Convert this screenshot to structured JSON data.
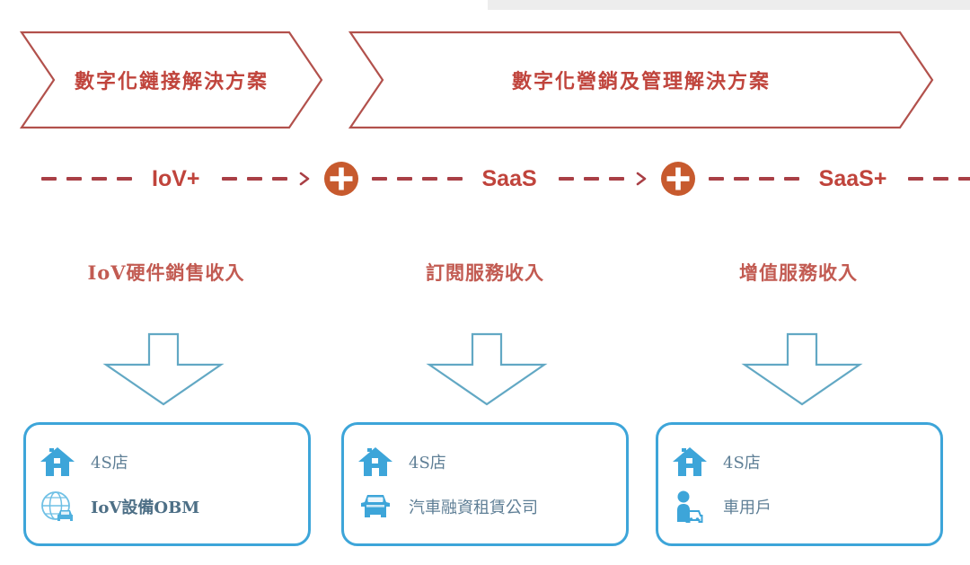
{
  "banners": [
    {
      "id": "banner-1",
      "label": "數字化鏈接解決方案"
    },
    {
      "id": "banner-2",
      "label": "數字化營銷及管理解決方案"
    }
  ],
  "flow": {
    "steps": [
      {
        "label": "IoV+"
      },
      {
        "label": "SaaS"
      },
      {
        "label": "SaaS+"
      }
    ],
    "connector_icon": "plus-circle-icon",
    "arrow_icon": "dashed-arrow-icon",
    "dash_icon": "dash-segment-icon"
  },
  "revenue_labels": [
    {
      "id": "rev-1",
      "label": "IoV硬件銷售收入"
    },
    {
      "id": "rev-2",
      "label": "訂閱服務收入"
    },
    {
      "id": "rev-3",
      "label": "增值服務收入"
    }
  ],
  "down_arrows": [
    {
      "id": "down-arrow-1",
      "icon": "down-block-arrow-icon"
    },
    {
      "id": "down-arrow-2",
      "icon": "down-block-arrow-icon"
    },
    {
      "id": "down-arrow-3",
      "icon": "down-block-arrow-icon"
    }
  ],
  "boxes": [
    {
      "id": "box-1",
      "items": [
        {
          "icon": "house-icon",
          "label": "4S店",
          "bold": false
        },
        {
          "icon": "globe-car-icon",
          "label": "IoV設備OBM",
          "bold": true
        }
      ]
    },
    {
      "id": "box-2",
      "items": [
        {
          "icon": "house-icon",
          "label": "4S店",
          "bold": false
        },
        {
          "icon": "car-icon",
          "label": "汽車融資租賃公司",
          "bold": false
        }
      ]
    },
    {
      "id": "box-3",
      "items": [
        {
          "icon": "house-icon",
          "label": "4S店",
          "bold": false
        },
        {
          "icon": "person-car-icon",
          "label": "車用戶",
          "bold": false
        }
      ]
    }
  ],
  "colors": {
    "banner_stroke": "#b2514c",
    "banner_text": "#c0443c",
    "flow_dash": "#a93f45",
    "flow_text": "#c0443c",
    "plus_circle_fill": "#c75a2e",
    "revenue_text": "#c25b52",
    "box_border": "#3da5d9",
    "box_icon": "#3da5d9",
    "box_text": "#5f7f96",
    "down_arrow_stroke": "#62a8c4",
    "background": "#ffffff"
  }
}
